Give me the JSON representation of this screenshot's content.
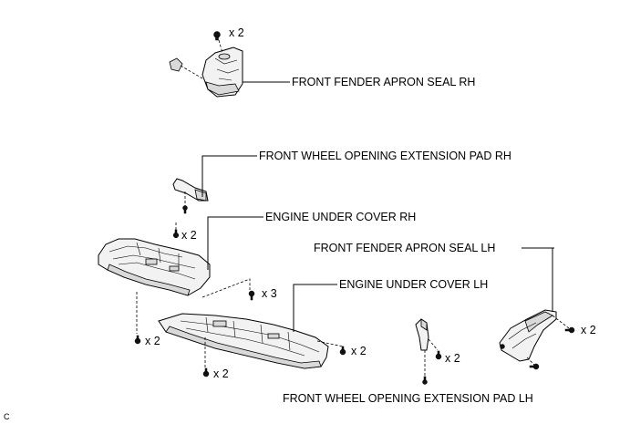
{
  "labels": {
    "apron_seal_rh": "FRONT FENDER APRON SEAL RH",
    "ext_pad_rh": "FRONT WHEEL OPENING EXTENSION PAD RH",
    "under_cover_rh": "ENGINE UNDER COVER RH",
    "apron_seal_lh": "FRONT FENDER APRON SEAL LH",
    "under_cover_lh": "ENGINE UNDER COVER LH",
    "ext_pad_lh": "FRONT WHEEL OPENING EXTENSION PAD LH"
  },
  "quantities": {
    "apron_rh_clip": "x 2",
    "cover_rh_bolt": "x 2",
    "center_clip": "x 3",
    "left_front_clip": "x 2",
    "bottom_bolt": "x 2",
    "right_clip": "x 2",
    "pad_lh_clip": "x 2",
    "apron_lh_clip": "x 2"
  },
  "figure_code": "C"
}
